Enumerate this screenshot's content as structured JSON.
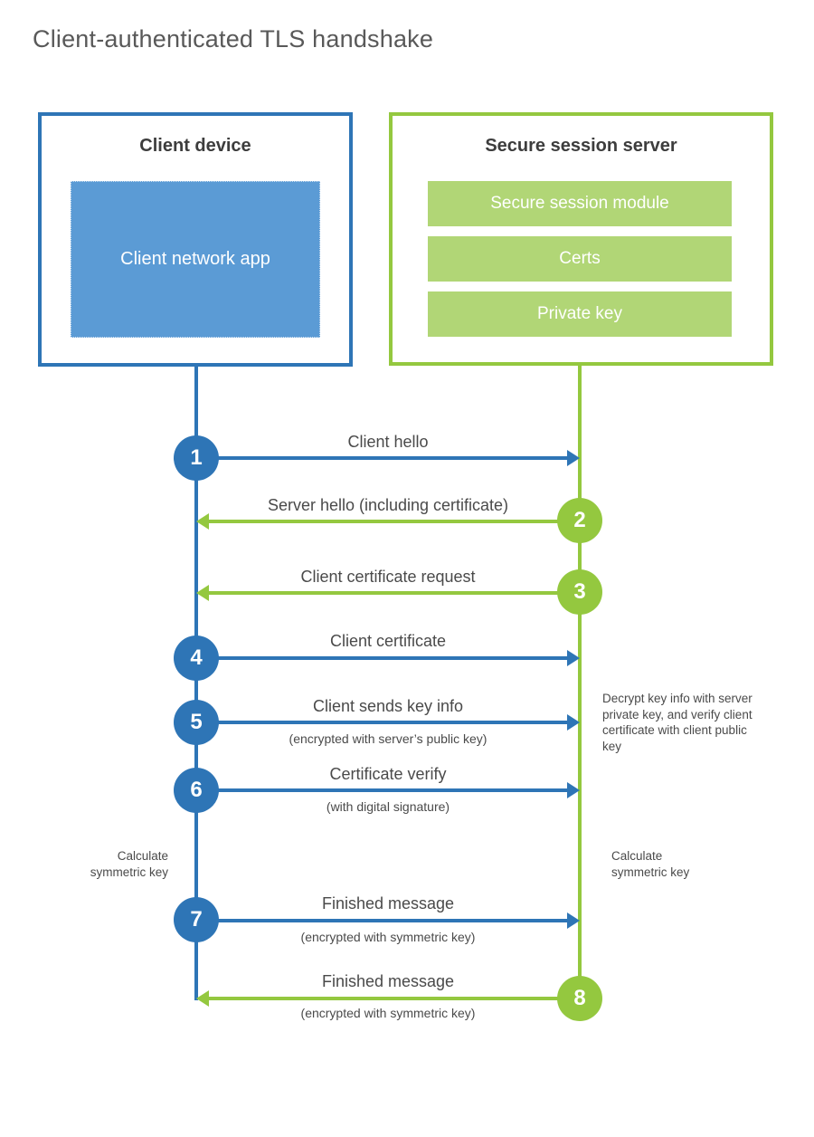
{
  "page_title": "Client-authenticated TLS handshake",
  "colors": {
    "blue": "#2e75b6",
    "blue_fill": "#5b9bd5",
    "green": "#94c83f",
    "green_fill": "#b1d676"
  },
  "client_panel": {
    "title": "Client device",
    "app_label": "Client network app"
  },
  "server_panel": {
    "title": "Secure session server",
    "modules": [
      "Secure session module",
      "Certs",
      "Private key"
    ]
  },
  "steps": [
    {
      "num": "1",
      "from": "client",
      "to": "server",
      "label": "Client hello",
      "sub": ""
    },
    {
      "num": "2",
      "from": "server",
      "to": "client",
      "label": "Server hello (including certificate)",
      "sub": ""
    },
    {
      "num": "3",
      "from": "server",
      "to": "client",
      "label": "Client certificate request",
      "sub": ""
    },
    {
      "num": "4",
      "from": "client",
      "to": "server",
      "label": "Client certificate",
      "sub": ""
    },
    {
      "num": "5",
      "from": "client",
      "to": "server",
      "label": "Client sends key info",
      "sub": "(encrypted with server’s public key)"
    },
    {
      "num": "6",
      "from": "client",
      "to": "server",
      "label": "Certificate verify",
      "sub": "(with digital signature)"
    },
    {
      "num": "7",
      "from": "client",
      "to": "server",
      "label": "Finished message",
      "sub": "(encrypted with symmetric key)"
    },
    {
      "num": "8",
      "from": "server",
      "to": "client",
      "label": "Finished message",
      "sub": "(encrypted with symmetric key)"
    }
  ],
  "annotations": {
    "decrypt_note": "Decrypt key info with server private key, and verify client certificate with client public key",
    "calculate_left": "Calculate symmetric key",
    "calculate_right": "Calculate symmetric key"
  }
}
